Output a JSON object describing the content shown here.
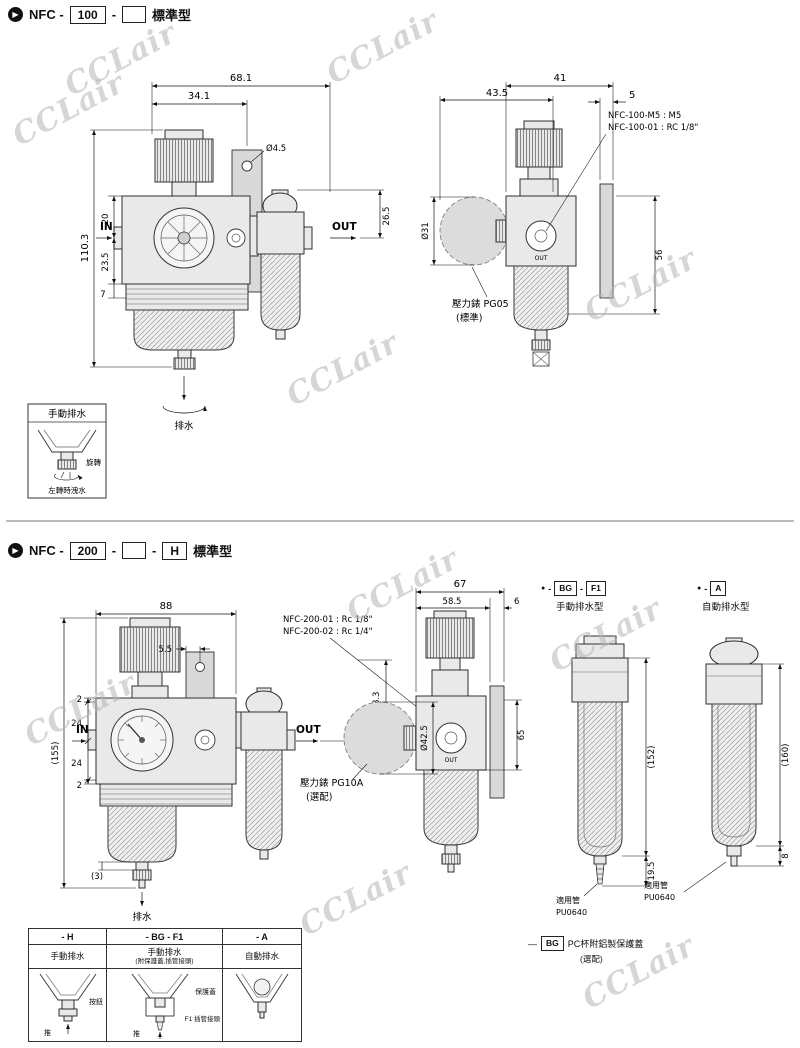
{
  "brand": {
    "watermark": "CCLair"
  },
  "icons": {
    "section_bullet": "▶"
  },
  "s1": {
    "header": {
      "prefix": "NFC -",
      "model": "100",
      "dash": "-",
      "blank": "",
      "type_label": "標準型"
    },
    "front": {
      "dim_total_w": "68.1",
      "dim_left_w": "34.1",
      "dim_hole": "Ø4.5",
      "dim_total_h": "110.3",
      "dim_20": "20",
      "dim_23_5": "23.5",
      "dim_7": "7",
      "dim_26_5": "26.5",
      "in_label": "IN",
      "out_label": "OUT",
      "drain_label": "排水"
    },
    "side": {
      "dim_total_d": "41",
      "dim_43_5": "43.5",
      "dim_5": "5",
      "port_label_m5": "NFC-100-M5 : M5",
      "port_label_01": "NFC-100-01 : RC 1/8\"",
      "dim_gauge": "Ø31",
      "dim_56": "56",
      "out_small": "OUT",
      "gauge_label": "壓力錶 PG05",
      "gauge_note": "(標準)"
    },
    "detail": {
      "title": "手動排水",
      "rotate_label": "旋轉",
      "note": "左轉時洩水"
    }
  },
  "s2": {
    "header": {
      "prefix": "NFC -",
      "model": "200",
      "dash1": "-",
      "blank": "",
      "dash2": "-",
      "suffix": "H",
      "type_label": "標準型"
    },
    "front": {
      "dim_88": "88",
      "dim_5_5": "5.5",
      "dim_2_top": "2",
      "dim_24_top": "24",
      "dim_24_bot": "24",
      "dim_2_bot": "2",
      "dim_155": "(155)",
      "dim_3": "(3)",
      "dim_38_3": "38.3",
      "in_label": "IN",
      "out_label": "OUT",
      "drain_label": "排水"
    },
    "ports": {
      "p1": "NFC-200-01 : Rc 1/8\"",
      "p2": "NFC-200-02 : Rc 1/4\""
    },
    "side": {
      "dim_67": "67",
      "dim_58_5": "58.5",
      "dim_6": "6",
      "dim_gauge": "Ø42.5",
      "dim_65": "65",
      "out_small": "OUT",
      "gauge_label": "壓力錶 PG10A",
      "gauge_note": "(選配)"
    },
    "manual_type": {
      "bullet": "●",
      "dash1": "-",
      "bg": "BG",
      "dash2": "-",
      "f1": "F1",
      "label": "手動排水型",
      "dim_152": "(152)",
      "dim_19_5": "19.5",
      "tube_label": "適用管",
      "tube_model": "PU0640"
    },
    "auto_type": {
      "bullet": "●",
      "dash": "-",
      "a": "A",
      "label": "自動排水型",
      "dim_160": "(160)",
      "dim_8": "8",
      "tube_label": "適用管",
      "tube_model": "PU0640"
    },
    "bg_note": {
      "dash": "—",
      "bg": "BG",
      "text": "PC杯附鋁製保護蓋",
      "note": "(選配)"
    },
    "table": {
      "col1": {
        "header": "- H",
        "label": "手動排水",
        "btn_label": "按鈕",
        "push_label": "推"
      },
      "col2": {
        "header": "- BG - F1",
        "label": "手動排水",
        "sublabel": "(附保護蓋,插管接頭)",
        "cover_label": "保護蓋",
        "fitting_label": "F1 插管接頭",
        "push_label": "推"
      },
      "col3": {
        "header": "- A",
        "label": "自動排水"
      }
    }
  }
}
